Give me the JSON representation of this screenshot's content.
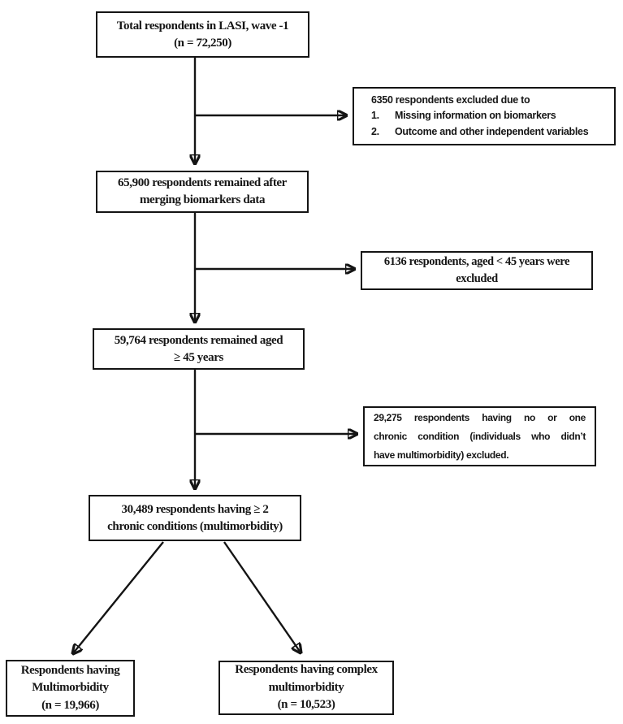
{
  "page": {
    "background_color": "#ffffff",
    "line_color": "#141414",
    "text_color": "#161616"
  },
  "flowchart": {
    "boxes": {
      "total": {
        "lines": [
          "Total respondents in LASI, wave -1",
          "(n = 72,250)"
        ]
      },
      "excluded_biomarkers": {
        "heading": "6350 respondents excluded due to",
        "items": [
          {
            "num": "1.",
            "label": "Missing information on biomarkers"
          },
          {
            "num": "2.",
            "label": "Outcome and other independent variables"
          }
        ]
      },
      "merged": {
        "lines": [
          "65,900 respondents remained after",
          "merging biomarkers data"
        ]
      },
      "excluded_age": {
        "lines": [
          "6136 respondents, aged < 45 years were",
          "excluded"
        ]
      },
      "aged45": {
        "lines": [
          "59,764 respondents remained aged",
          "≥ 45 years"
        ]
      },
      "excluded_no_multimorbidity": {
        "lines": [
          "29,275 respondents having no or one",
          "chronic condition (individuals who didn’t",
          "have multimorbidity) excluded."
        ]
      },
      "multimorbidity": {
        "lines": [
          "30,489 respondents having ≥ 2",
          "chronic conditions (multimorbidity)"
        ]
      },
      "outcome_multimorbidity": {
        "lines": [
          "Respondents having",
          "Multimorbidity",
          "(n = 19,966)"
        ]
      },
      "outcome_complex": {
        "lines": [
          "Respondents having complex",
          "multimorbidity",
          "(n = 10,523)"
        ]
      }
    }
  }
}
